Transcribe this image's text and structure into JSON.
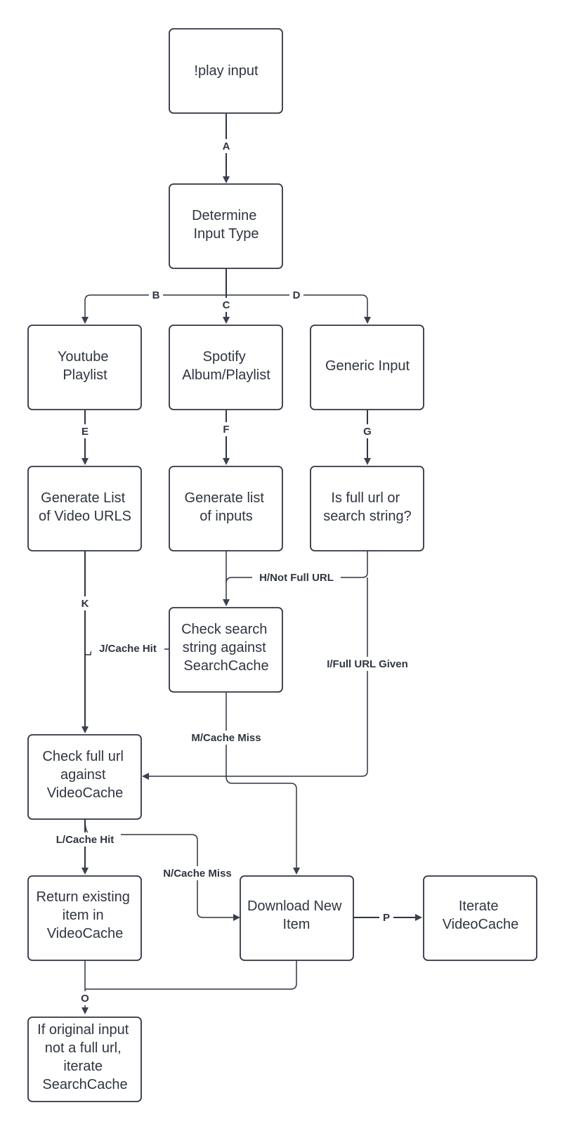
{
  "nodes": {
    "play_input": [
      "!play input"
    ],
    "determine_type": [
      "Determine",
      "Input Type"
    ],
    "youtube_playlist": [
      "Youtube",
      "Playlist"
    ],
    "spotify": [
      "Spotify",
      "Album/Playlist"
    ],
    "generic_input": [
      "Generic Input"
    ],
    "generate_video_urls": [
      "Generate List",
      "of Video URLS"
    ],
    "generate_inputs": [
      "Generate list",
      "of inputs"
    ],
    "is_full_url": [
      "Is full url or",
      "search string?"
    ],
    "check_search": [
      "Check search",
      "string against",
      "SearchCache"
    ],
    "check_video": [
      "Check full url",
      "against",
      "VideoCache"
    ],
    "return_existing": [
      "Return existing",
      "item in",
      "VideoCache"
    ],
    "download_new": [
      "Download New",
      "Item"
    ],
    "iterate_video": [
      "Iterate",
      "VideoCache"
    ],
    "iterate_search": [
      "If original input",
      "not a full url,",
      "iterate",
      "SearchCache"
    ]
  },
  "edges": {
    "A": "A",
    "B": "B",
    "C": "C",
    "D": "D",
    "E": "E",
    "F": "F",
    "G": "G",
    "H": "H/Not Full URL",
    "I": "I/Full URL Given",
    "J": "J/Cache Hit",
    "K": "K",
    "L": "L/Cache Hit",
    "M": "M/Cache Miss",
    "N": "N/Cache Miss",
    "O": "O",
    "P": "P"
  },
  "colors": {
    "stroke": "#2f3541",
    "arrowhead": "#3a4050",
    "background": "#ffffff"
  }
}
